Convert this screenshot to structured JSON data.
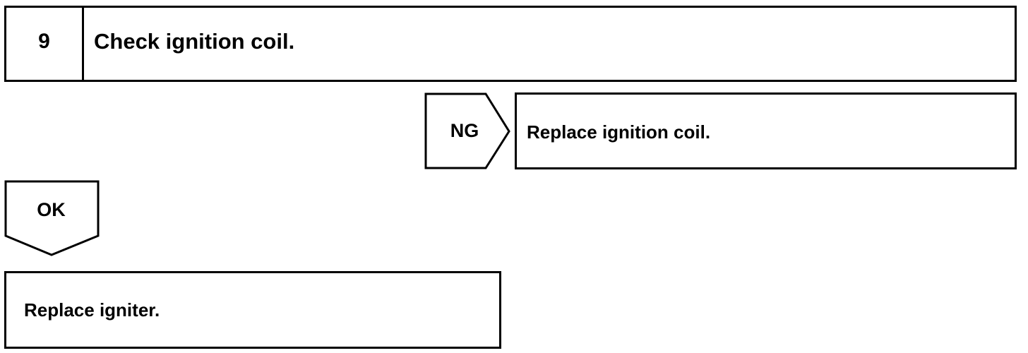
{
  "step": {
    "number": "9",
    "title": "Check ignition coil."
  },
  "ng_branch": {
    "label": "NG",
    "action": "Replace ignition coil."
  },
  "ok_branch": {
    "label": "OK"
  },
  "final_step": {
    "action": "Replace igniter."
  }
}
